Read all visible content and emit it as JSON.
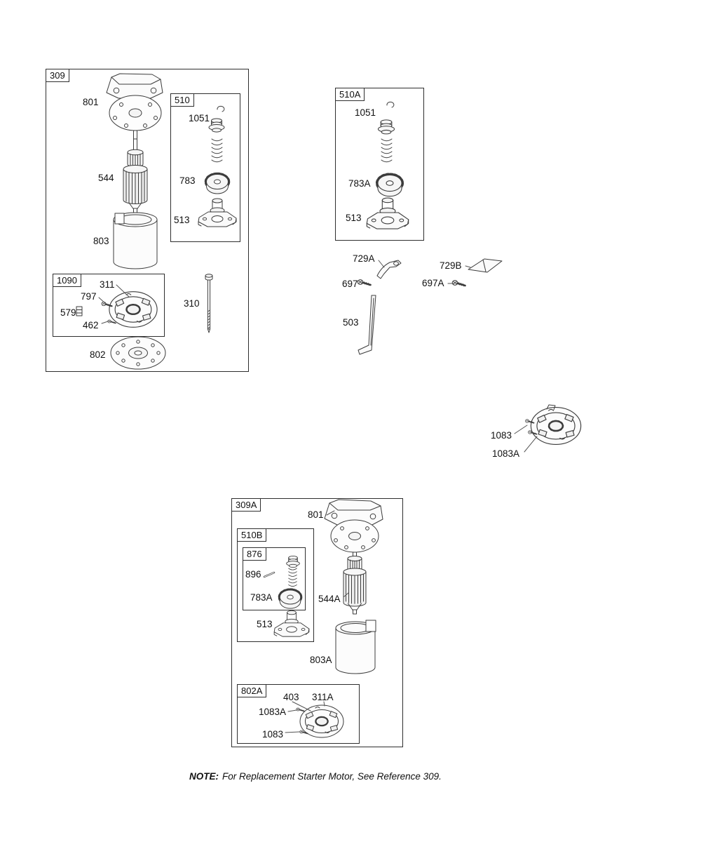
{
  "boxes": {
    "b309": "309",
    "b510": "510",
    "b1090": "1090",
    "b510a": "510A",
    "b309a": "309A",
    "b510b": "510B",
    "b876": "876",
    "b802a": "802A"
  },
  "callouts": {
    "g309": {
      "p801": "801",
      "p544": "544",
      "p803": "803",
      "p310": "310",
      "p802": "802"
    },
    "g510": {
      "p1051": "1051",
      "p783": "783",
      "p513": "513"
    },
    "g1090": {
      "p311": "311",
      "p797": "797",
      "p579": "579",
      "p462": "462"
    },
    "g510a": {
      "p1051": "1051",
      "p783a": "783A",
      "p513": "513"
    },
    "loose": {
      "p729a": "729A",
      "p729b": "729B",
      "p697": "697",
      "p697a": "697A",
      "p503": "503",
      "p1083": "1083",
      "p1083a": "1083A"
    },
    "g309a": {
      "p801": "801",
      "p544a": "544A",
      "p803a": "803A"
    },
    "g510b": {
      "p513": "513"
    },
    "g876": {
      "p896": "896",
      "p783a": "783A"
    },
    "g802a": {
      "p403": "403",
      "p311a": "311A",
      "p1083a": "1083A",
      "p1083": "1083"
    }
  },
  "note": {
    "prefix": "NOTE:",
    "text": "For Replacement Starter Motor, See Reference 309."
  }
}
